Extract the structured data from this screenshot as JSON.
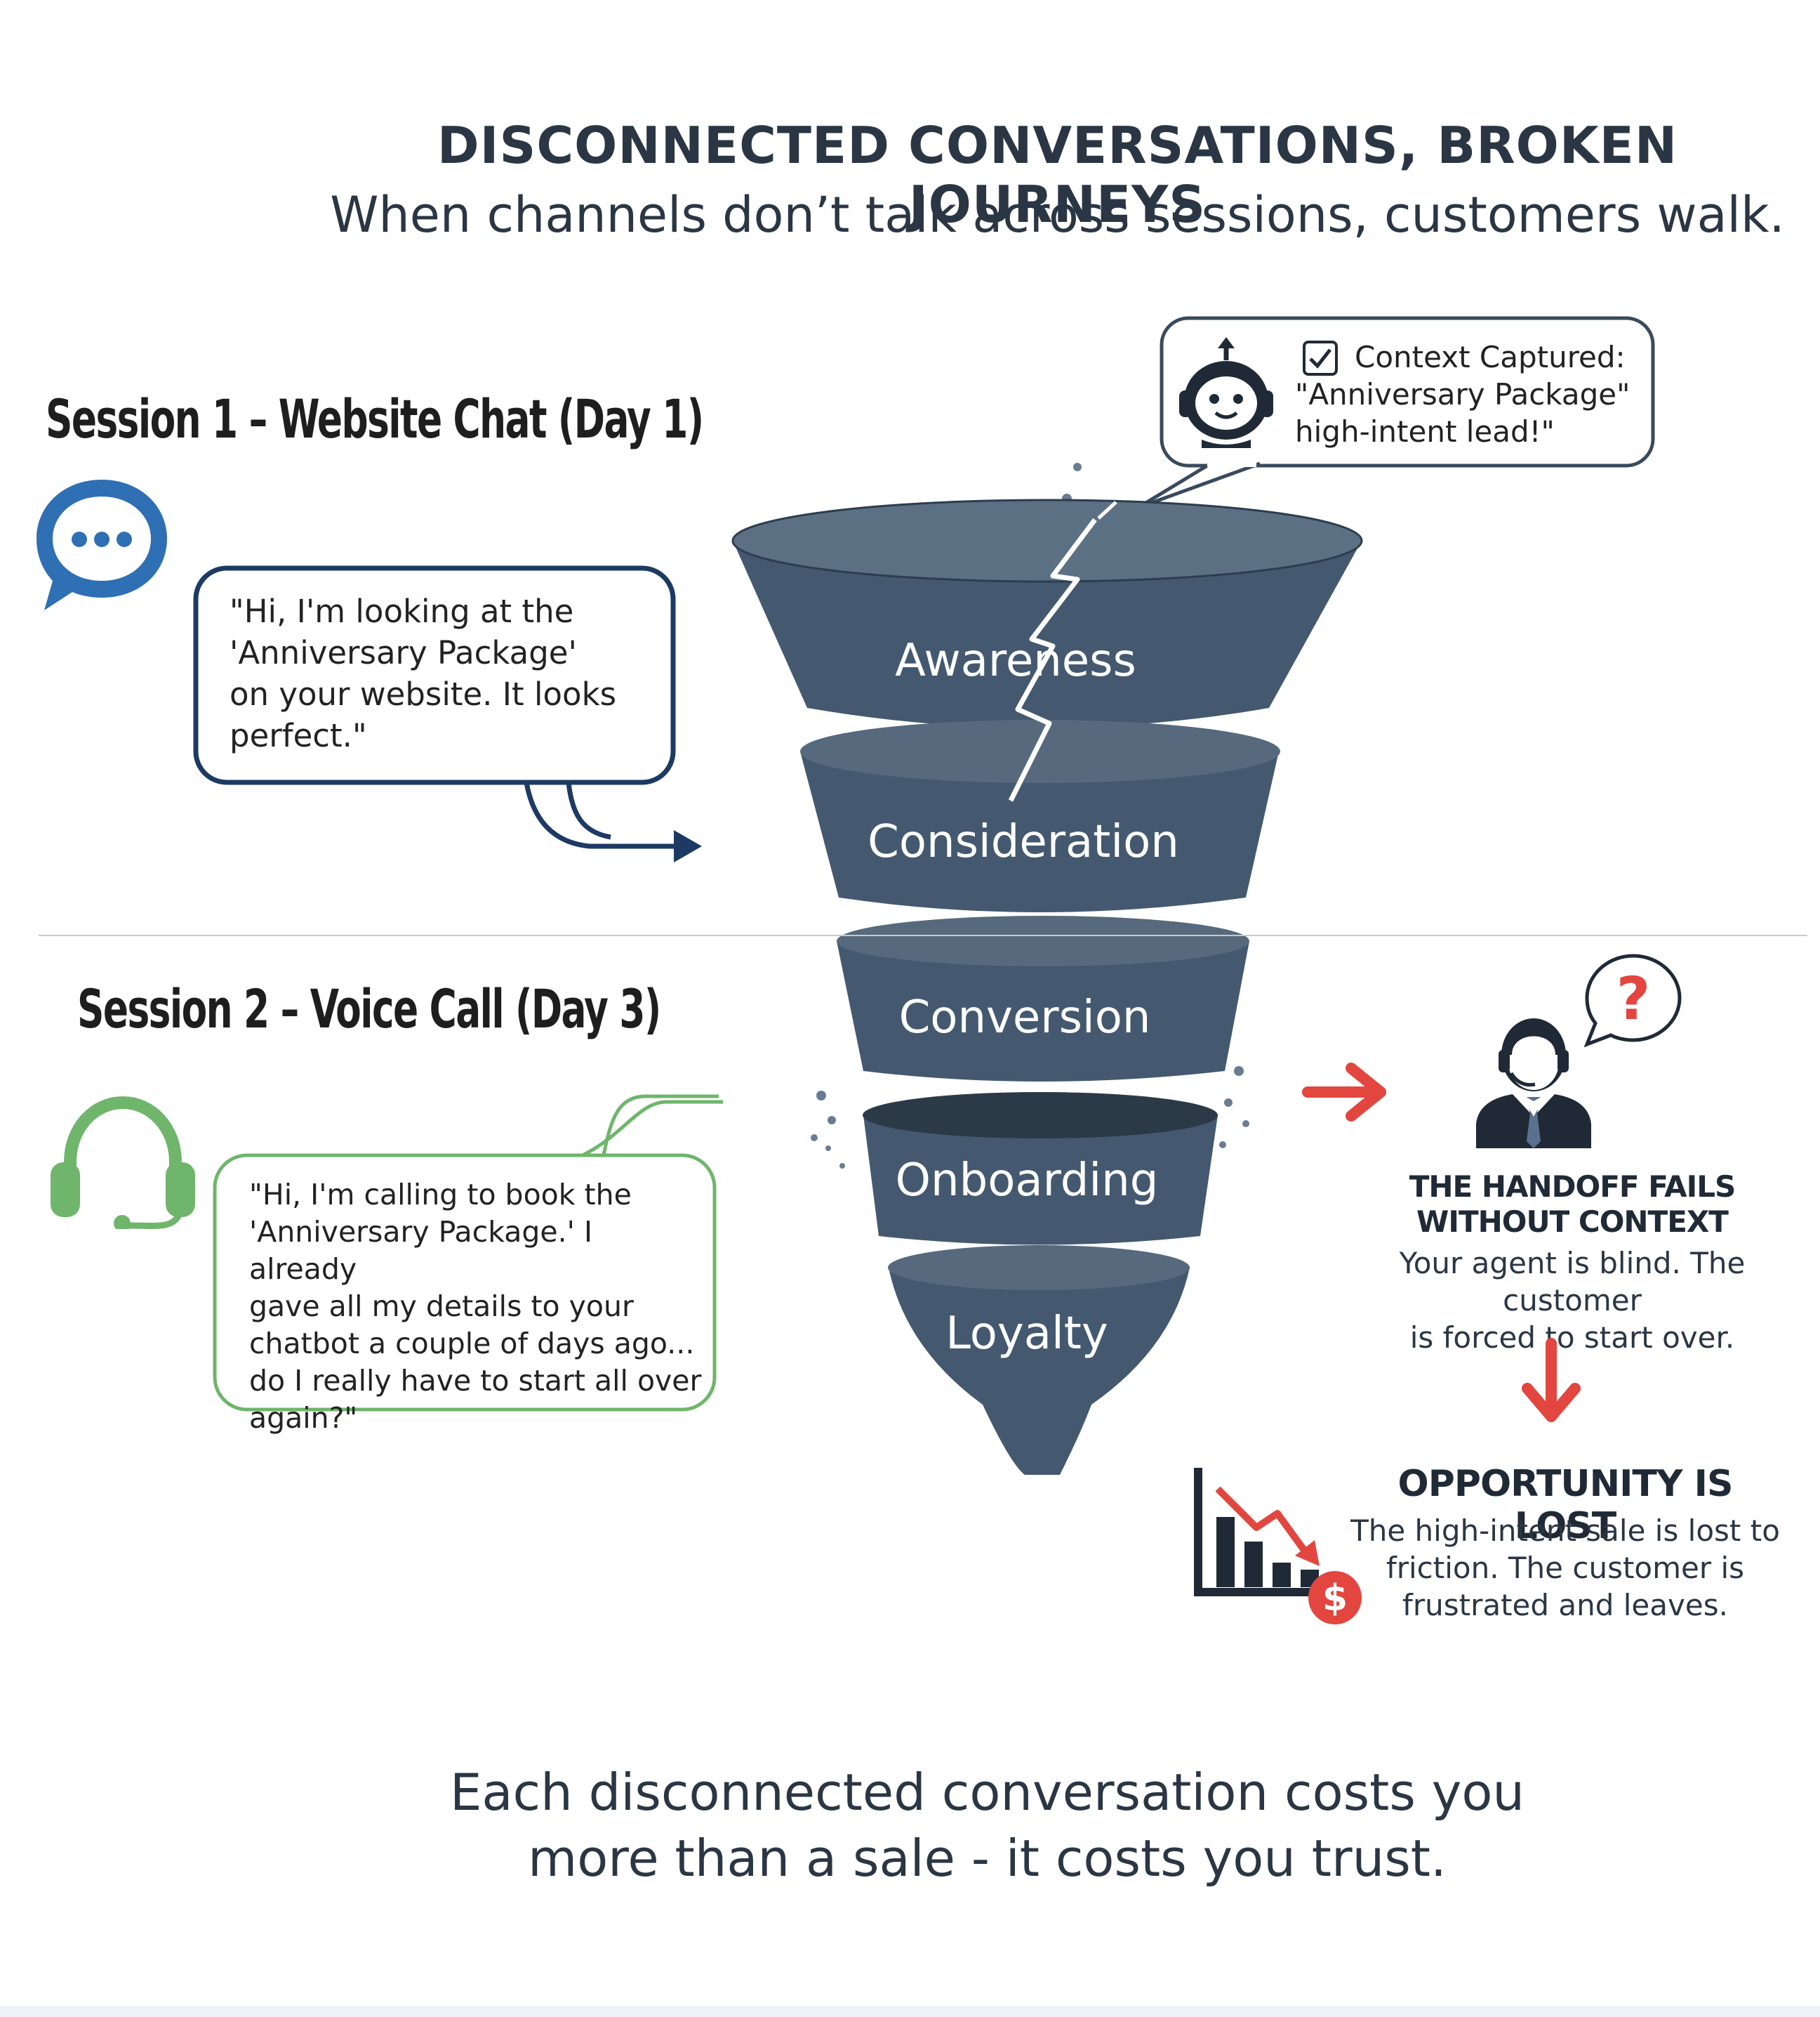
{
  "header": {
    "title": "DISCONNECTED CONVERSATIONS, BROKEN JOURNEYS",
    "subtitle": "When channels don’t talk across sessions, customers walk."
  },
  "session1": {
    "title": "Session 1 – Website Chat (Day 1)",
    "icon": "chat-bubble-icon",
    "quote": "\"Hi, I'm looking at the\n'Anniversary Package'\non your website. It looks\nperfect.\"",
    "color": "#1c3a63"
  },
  "context": {
    "icon": "robot-icon",
    "text": "Context Captured:\n\"Anniversary Package\"\nhigh-intent lead!\""
  },
  "session2": {
    "title": "Session 2 – Voice Call (Day 3)",
    "icon": "headset-icon",
    "quote": "\"Hi, I'm calling to book the\n'Anniversary Package.' I already\ngave all my details to your\nchatbot a couple of days ago...\ndo I really have to start all over\nagain?\"",
    "color": "#6fb56b"
  },
  "funnel": {
    "stages": [
      "Awareness",
      "Consideration",
      "Conversion",
      "Onboarding",
      "Loyalty"
    ],
    "color": "#44596f"
  },
  "handoff": {
    "title": "THE HANDOFF FAILS\nWITHOUT CONTEXT",
    "body": "Your agent is blind. The customer\nis forced to start over.",
    "icon": "agent-icon",
    "question_mark": "?"
  },
  "opportunity": {
    "title": "OPPORTUNITY IS LOST",
    "body": "The high-intent sale is lost to\nfriction. The customer is\nfrustrated and leaves.",
    "icon": "declining-chart-icon",
    "currency": "$"
  },
  "footer": {
    "text": "Each disconnected conversation costs you\nmore than a sale - it costs you trust."
  },
  "colors": {
    "arrow_red": "#e2463f",
    "text_dark": "#2b3644",
    "chat_blue": "#2f6fb3",
    "headset_green": "#6fb56b"
  }
}
